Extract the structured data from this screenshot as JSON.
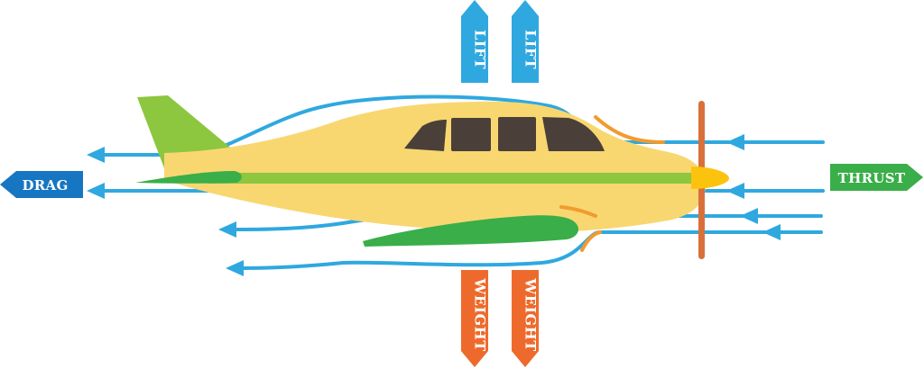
{
  "labels": {
    "lift_left": "LIFT",
    "lift_right": "LIFT",
    "weight_left": "WEIGHT",
    "weight_right": "WEIGHT",
    "drag": "DRAG",
    "thrust": "THRUST"
  },
  "colors": {
    "lift": "#2fa8df",
    "weight": "#ee6a2c",
    "drag": "#1676c2",
    "thrust": "#3aae49",
    "airflow": "#2fa8df",
    "fuselage": "#f8d771",
    "tail": "#8dc63f",
    "wing": "#3aae49",
    "stripe": "#8dc63f",
    "window": "#4a4039",
    "propeller": "#d9703a",
    "spinner": "#fcc30e",
    "trim": "#f39a2e"
  },
  "icons": {
    "airflow_arrow": "arrow-left-icon",
    "force_up": "arrow-up-icon",
    "force_down": "arrow-down-icon",
    "force_left": "arrow-left-icon",
    "force_right": "arrow-right-icon"
  }
}
